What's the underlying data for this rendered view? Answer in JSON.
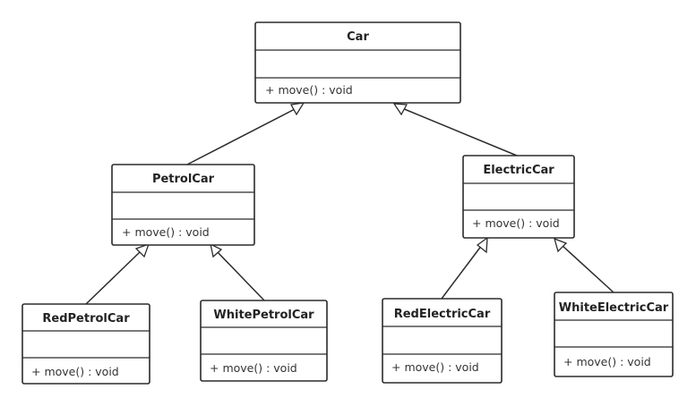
{
  "classes": {
    "car": {
      "name": "Car",
      "attributes": [],
      "operations": [
        "+ move() : void"
      ]
    },
    "petrol_car": {
      "name": "PetrolCar",
      "attributes": [],
      "operations": [
        "+ move() : void"
      ]
    },
    "electric_car": {
      "name": "ElectricCar",
      "attributes": [],
      "operations": [
        "+ move() : void"
      ]
    },
    "red_petrol_car": {
      "name": "RedPetrolCar",
      "attributes": [],
      "operations": [
        "+ move() : void"
      ]
    },
    "white_petrol_car": {
      "name": "WhitePetrolCar",
      "attributes": [],
      "operations": [
        "+ move() : void"
      ]
    },
    "red_electric_car": {
      "name": "RedElectricCar",
      "attributes": [],
      "operations": [
        "+ move() : void"
      ]
    },
    "white_electric_car": {
      "name": "WhiteElectricCar",
      "attributes": [],
      "operations": [
        "+ move() : void"
      ]
    }
  },
  "relations": [
    {
      "type": "generalization",
      "from": "petrol_car",
      "to": "car"
    },
    {
      "type": "generalization",
      "from": "electric_car",
      "to": "car"
    },
    {
      "type": "generalization",
      "from": "red_petrol_car",
      "to": "petrol_car"
    },
    {
      "type": "generalization",
      "from": "white_petrol_car",
      "to": "petrol_car"
    },
    {
      "type": "generalization",
      "from": "red_electric_car",
      "to": "electric_car"
    },
    {
      "type": "generalization",
      "from": "white_electric_car",
      "to": "electric_car"
    }
  ]
}
